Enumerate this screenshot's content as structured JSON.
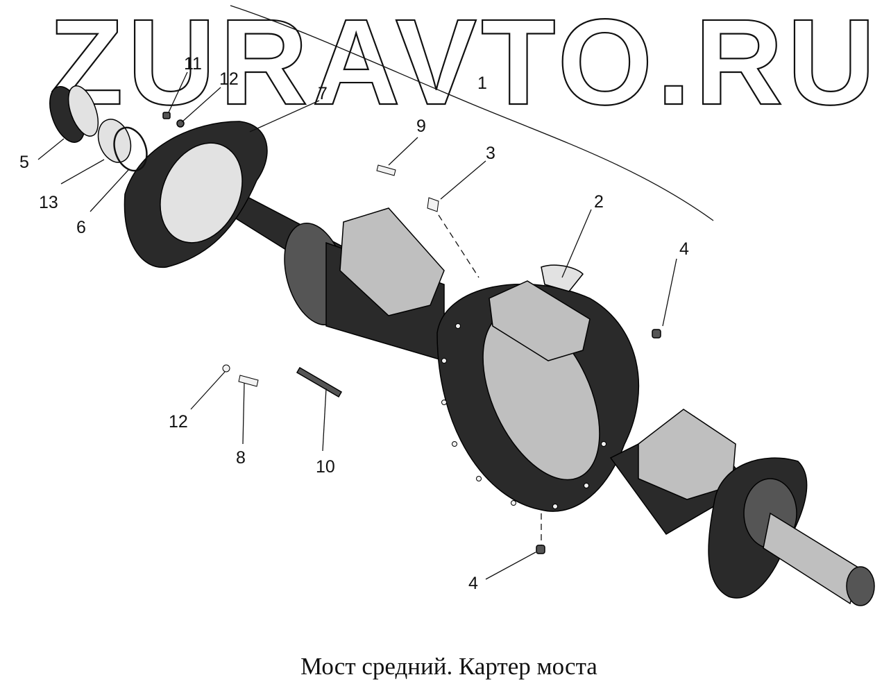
{
  "watermark": "ZURAVTO.RU",
  "corner_mark": "",
  "caption": "Мост средний. Картер моста",
  "callouts": [
    {
      "id": "c1",
      "text": "1"
    },
    {
      "id": "c2",
      "text": "2"
    },
    {
      "id": "c3",
      "text": "3"
    },
    {
      "id": "c4a",
      "text": "4"
    },
    {
      "id": "c4b",
      "text": "4"
    },
    {
      "id": "c5",
      "text": "5"
    },
    {
      "id": "c6",
      "text": "6"
    },
    {
      "id": "c7",
      "text": "7"
    },
    {
      "id": "c8",
      "text": "8"
    },
    {
      "id": "c9",
      "text": "9"
    },
    {
      "id": "c10",
      "text": "10"
    },
    {
      "id": "c11",
      "text": "11"
    },
    {
      "id": "c12a",
      "text": "12"
    },
    {
      "id": "c12b",
      "text": "12"
    },
    {
      "id": "c13",
      "text": "13"
    }
  ]
}
